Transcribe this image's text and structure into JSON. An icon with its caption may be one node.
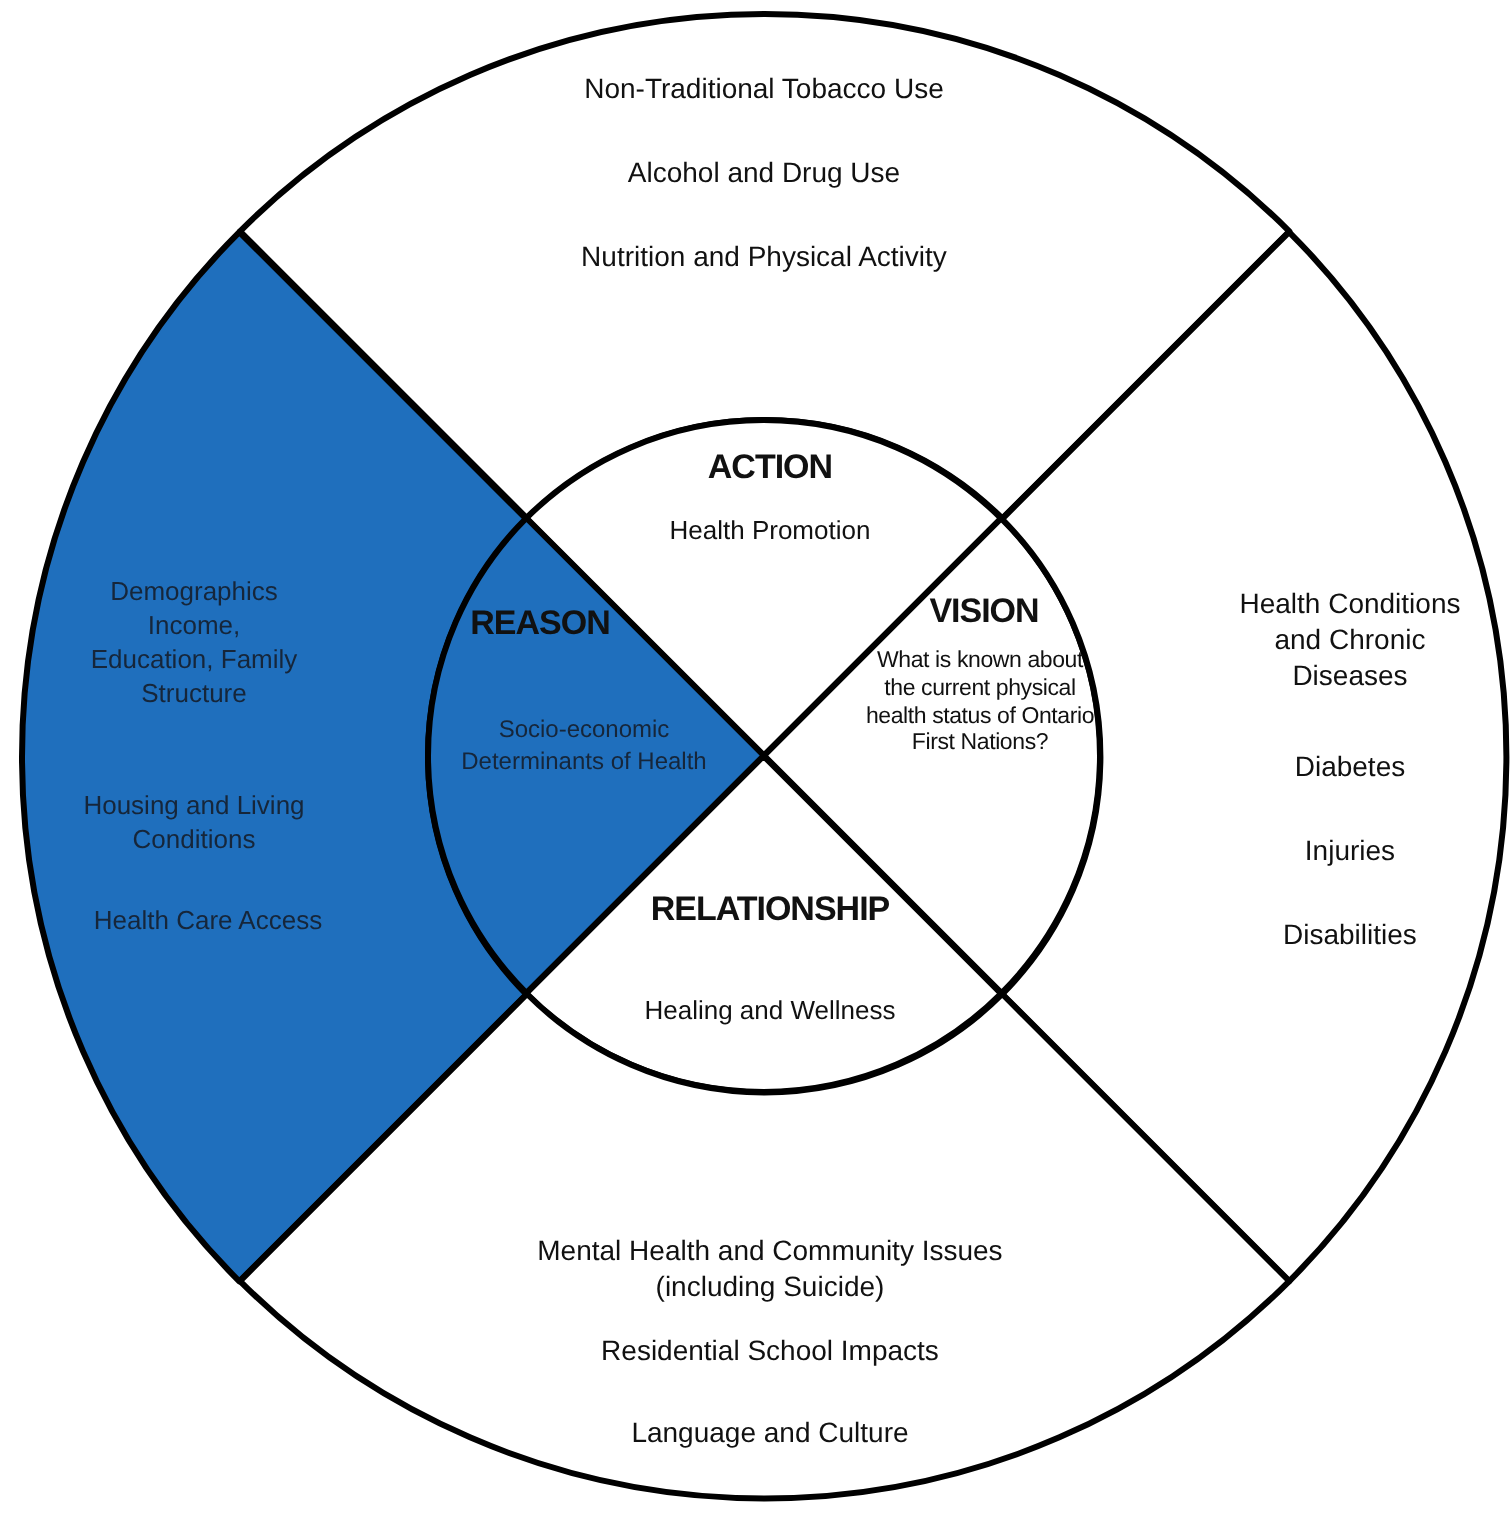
{
  "diagram": {
    "nodes": [
      {
        "text": [
          "Non-Traditional Tobacco Use",
          "Alcohol and Drug Use",
          "Nutrition and Physical Activity"
        ]
      },
      {
        "text": [
          "ACTION",
          "Health Promotion"
        ]
      },
      {
        "text": [
          "Demographics Income, Education, Family Structure",
          "Housing and Living Conditions",
          "Health Care Access"
        ]
      },
      {
        "text": [
          "REASON",
          "Socio-economic Determinants of Health"
        ]
      },
      {
        "text": [
          "VISION",
          "What is known about the current physical health status of Ontario First Nations?"
        ]
      },
      {
        "text": [
          "Health Conditions and Chronic Diseases",
          "Diabetes",
          "Injuries",
          "Disabilities"
        ]
      },
      {
        "text": [
          "RELATIONSHIP",
          "Healing and Wellness"
        ]
      },
      {
        "text": [
          "Mental Health and Community Issues (including Suicide)",
          "Residential School Impacts",
          "Language and Culture"
        ]
      }
    ]
  }
}
